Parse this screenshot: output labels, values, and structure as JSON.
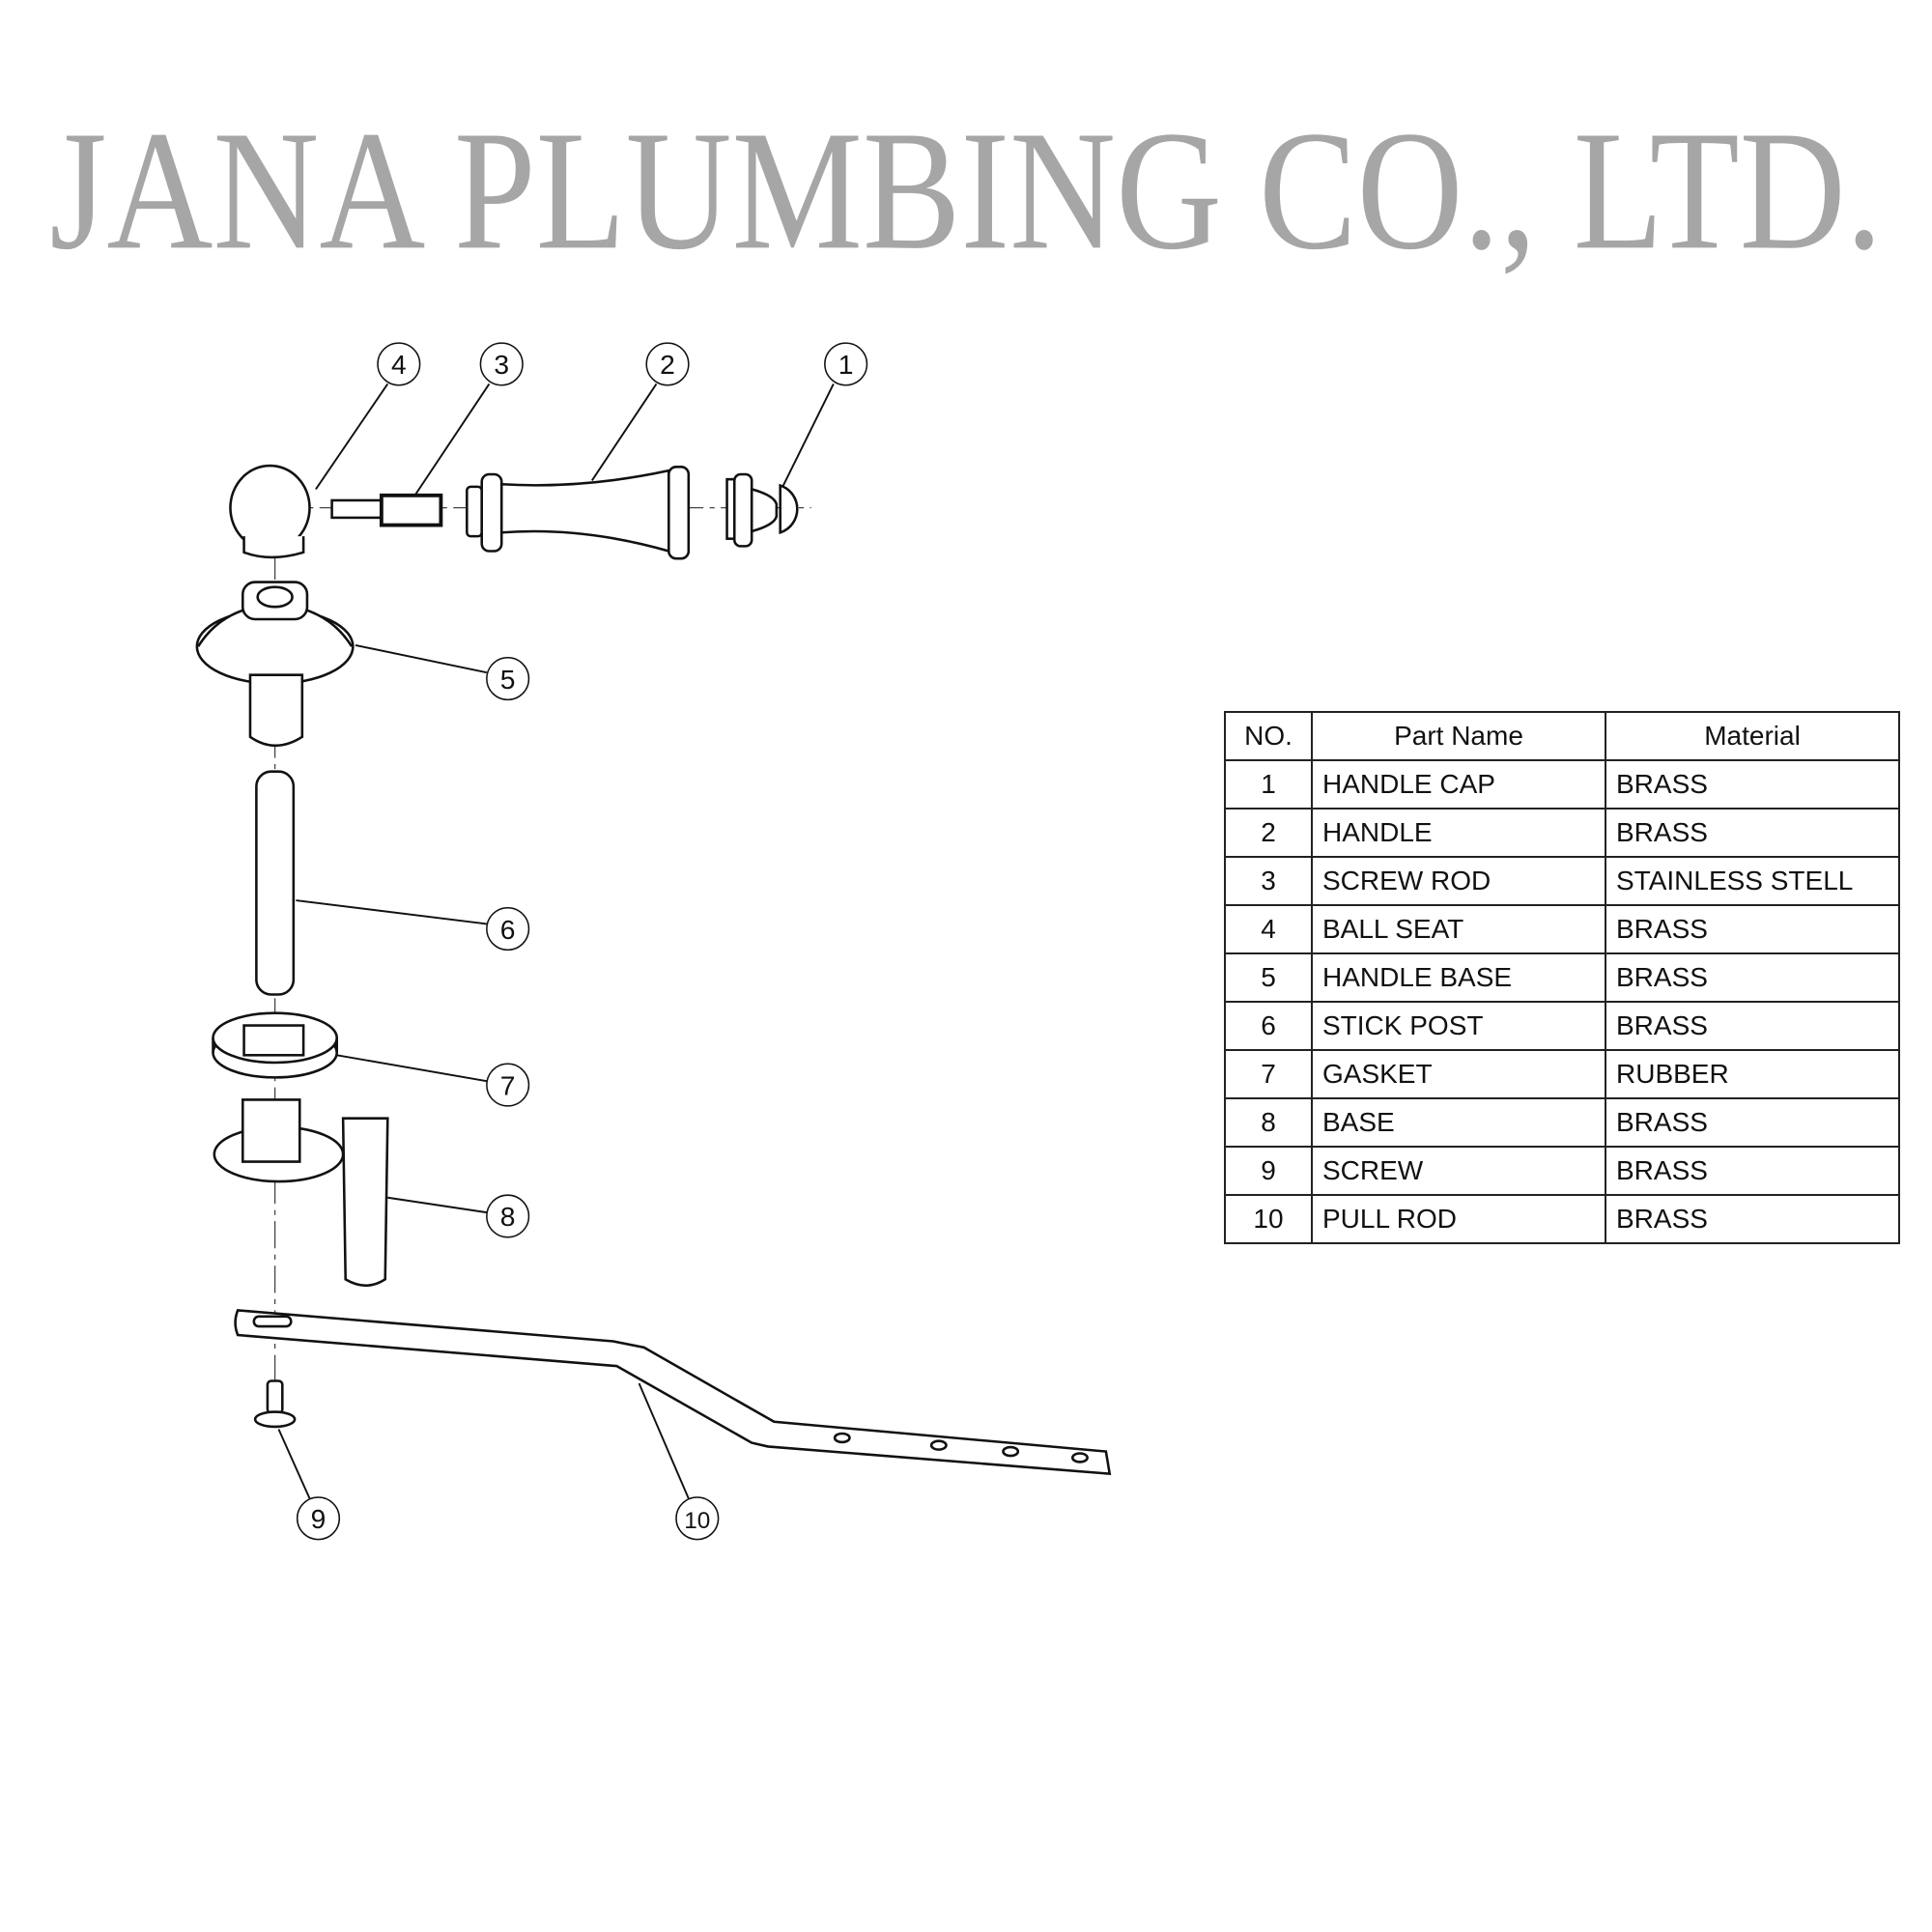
{
  "watermark": "JANA PLUMBING CO., LTD.",
  "callouts": [
    "1",
    "2",
    "3",
    "4",
    "5",
    "6",
    "7",
    "8",
    "9",
    "10"
  ],
  "table": {
    "headers": [
      "NO.",
      "Part Name",
      "Material"
    ],
    "rows": [
      {
        "no": "1",
        "name": "HANDLE CAP",
        "material": "BRASS"
      },
      {
        "no": "2",
        "name": "HANDLE",
        "material": "BRASS"
      },
      {
        "no": "3",
        "name": "SCREW ROD",
        "material": "STAINLESS STELL"
      },
      {
        "no": "4",
        "name": "BALL SEAT",
        "material": "BRASS"
      },
      {
        "no": "5",
        "name": "HANDLE BASE",
        "material": "BRASS"
      },
      {
        "no": "6",
        "name": "STICK POST",
        "material": "BRASS"
      },
      {
        "no": "7",
        "name": "GASKET",
        "material": "RUBBER"
      },
      {
        "no": "8",
        "name": "BASE",
        "material": "BRASS"
      },
      {
        "no": "9",
        "name": "SCREW",
        "material": "BRASS"
      },
      {
        "no": "10",
        "name": "PULL ROD",
        "material": "BRASS"
      }
    ]
  }
}
